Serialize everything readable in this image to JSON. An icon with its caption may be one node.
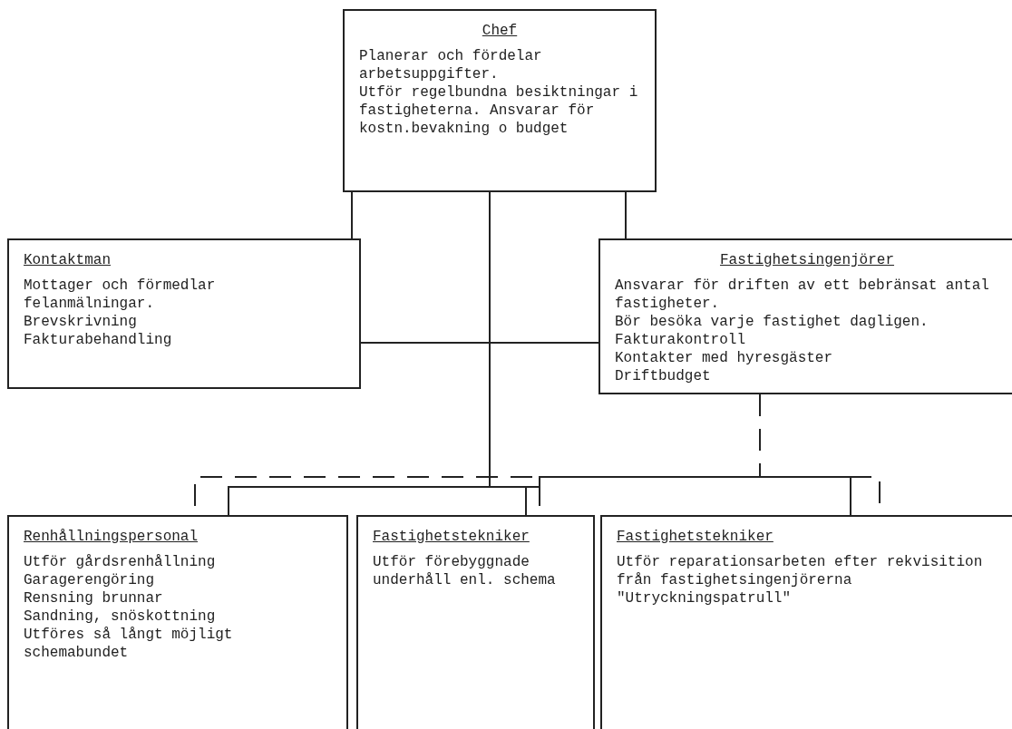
{
  "diagram": {
    "nodes": [
      {
        "text": [
          "Chef",
          "Planerar och fördelar arbetsuppgifter.",
          "Utför regelbundna besiktningar i fastigheterna. Ansvarar för kostn.bevakning o budget"
        ]
      },
      {
        "text": [
          "Kontaktman",
          "Mottager och förmedlar felanmälningar.",
          "Brevskrivning",
          "Fakturabehandling"
        ]
      },
      {
        "text": [
          "Fastighetsingenjörer",
          "Ansvarar för driften av ett bebränsat antal fastigheter.",
          "Bör besöka varje fastighet dagligen.",
          "Fakturakontroll",
          "Kontakter med hyresgäster",
          "Driftbudget"
        ]
      },
      {
        "text": [
          "Renhållningspersonal",
          "Utför gårdsrenhållning",
          "Garagerengöring",
          "Rensning brunnar",
          "Sandning, snöskottning",
          "Utföres så långt möjligt schemabundet"
        ]
      },
      {
        "text": [
          "Fastighetstekniker",
          "Utför förebyggnade underhåll enl. schema"
        ]
      },
      {
        "text": [
          "Fastighetstekniker",
          "Utför reparationsarbeten efter rekvisition från fastighetsingenjörerna",
          "\"Utryckningspatrull\""
        ]
      }
    ],
    "edges": [
      {
        "from": 0,
        "to": 1,
        "arrow": "none"
      },
      {
        "from": 0,
        "to": 2,
        "arrow": "none"
      },
      {
        "from": 1,
        "to": 2,
        "arrow": "none"
      },
      {
        "from": 0,
        "to": 3,
        "arrow": "none"
      },
      {
        "from": 0,
        "to": 4,
        "arrow": "none"
      },
      {
        "from": 0,
        "to": 5,
        "arrow": "none"
      },
      {
        "from": 2,
        "to": 3,
        "arrow": "none",
        "style": "dashed"
      },
      {
        "from": 2,
        "to": 4,
        "arrow": "none",
        "style": "dashed"
      },
      {
        "from": 2,
        "to": 5,
        "arrow": "none",
        "style": "dashed"
      }
    ]
  }
}
